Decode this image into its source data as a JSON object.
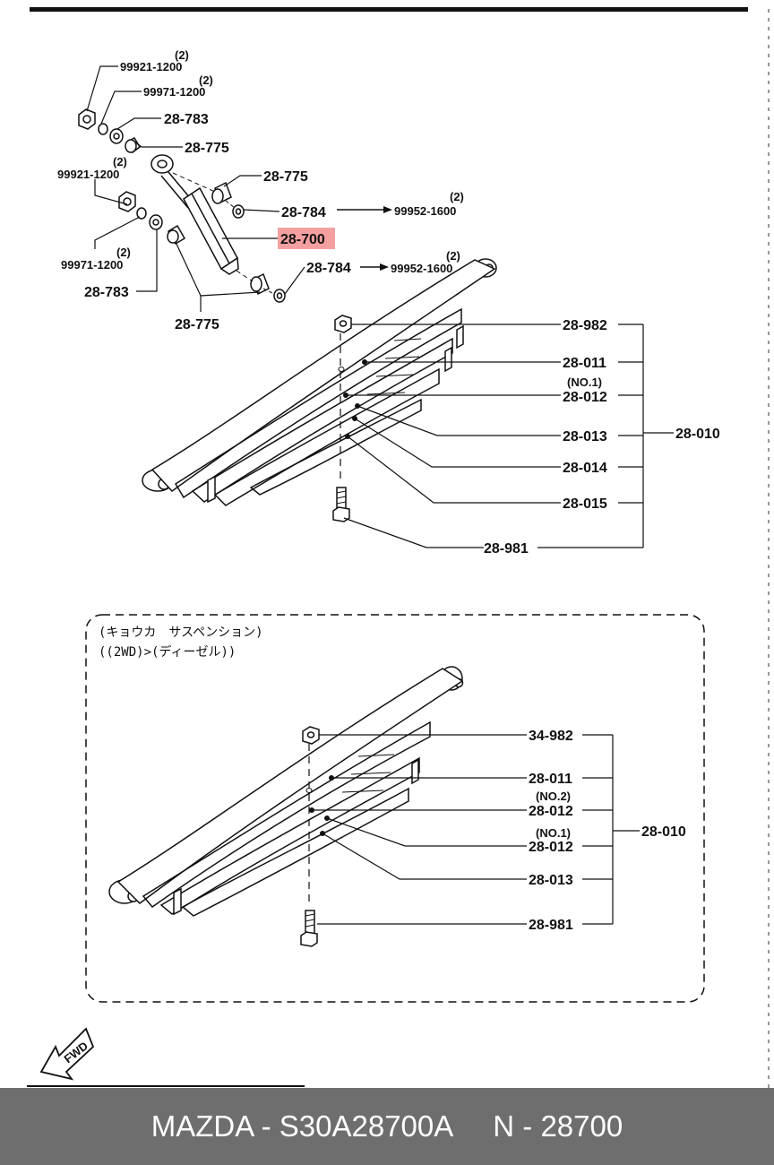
{
  "diagram": {
    "upper": {
      "nut_top": {
        "part": "99921-1200",
        "qty": "(2)"
      },
      "washer_top": {
        "part": "99971-1200",
        "qty": "(2)"
      },
      "bush_783_top": "28-783",
      "bush_775_top": "28-775",
      "bush_775_right": "28-775",
      "bolt_784_upper": "28-784",
      "bolt_784_upper_ref": {
        "part": "99952-1600",
        "qty": "(2)"
      },
      "nut_left": {
        "part": "99921-1200",
        "qty": "(2)"
      },
      "washer_left": {
        "part": "99971-1200",
        "qty": "(2)"
      },
      "shock_absorber": "28-700",
      "bolt_784_lower": "28-784",
      "bolt_784_lower_ref": {
        "part": "99952-1600",
        "qty": "(2)"
      },
      "bush_783_left": "28-783",
      "bush_775_bottom": "28-775"
    },
    "leaf_spring_1": {
      "assembly": "28-010",
      "parts": [
        {
          "part": "28-982",
          "note": ""
        },
        {
          "part": "28-011",
          "note": ""
        },
        {
          "part": "28-012",
          "note": "(NO.1)"
        },
        {
          "part": "28-013",
          "note": ""
        },
        {
          "part": "28-014",
          "note": ""
        },
        {
          "part": "28-015",
          "note": ""
        },
        {
          "part": "28-981",
          "note": ""
        }
      ]
    },
    "leaf_spring_2": {
      "caption_line1": "(キョウカ　サスペンション)",
      "caption_line2": "((2WD)>(ディーゼル))",
      "assembly": "28-010",
      "parts": [
        {
          "part": "34-982",
          "note": ""
        },
        {
          "part": "28-011",
          "note": ""
        },
        {
          "part": "28-012",
          "note": "(NO.2)"
        },
        {
          "part": "28-012",
          "note": "(NO.1)"
        },
        {
          "part": "28-013",
          "note": ""
        },
        {
          "part": "28-981",
          "note": ""
        }
      ]
    },
    "fwd_label": "FWD",
    "highlight_color": "#f4a0a0"
  },
  "footer": {
    "text": "MAZDA - S30A28700A     N - 28700"
  }
}
